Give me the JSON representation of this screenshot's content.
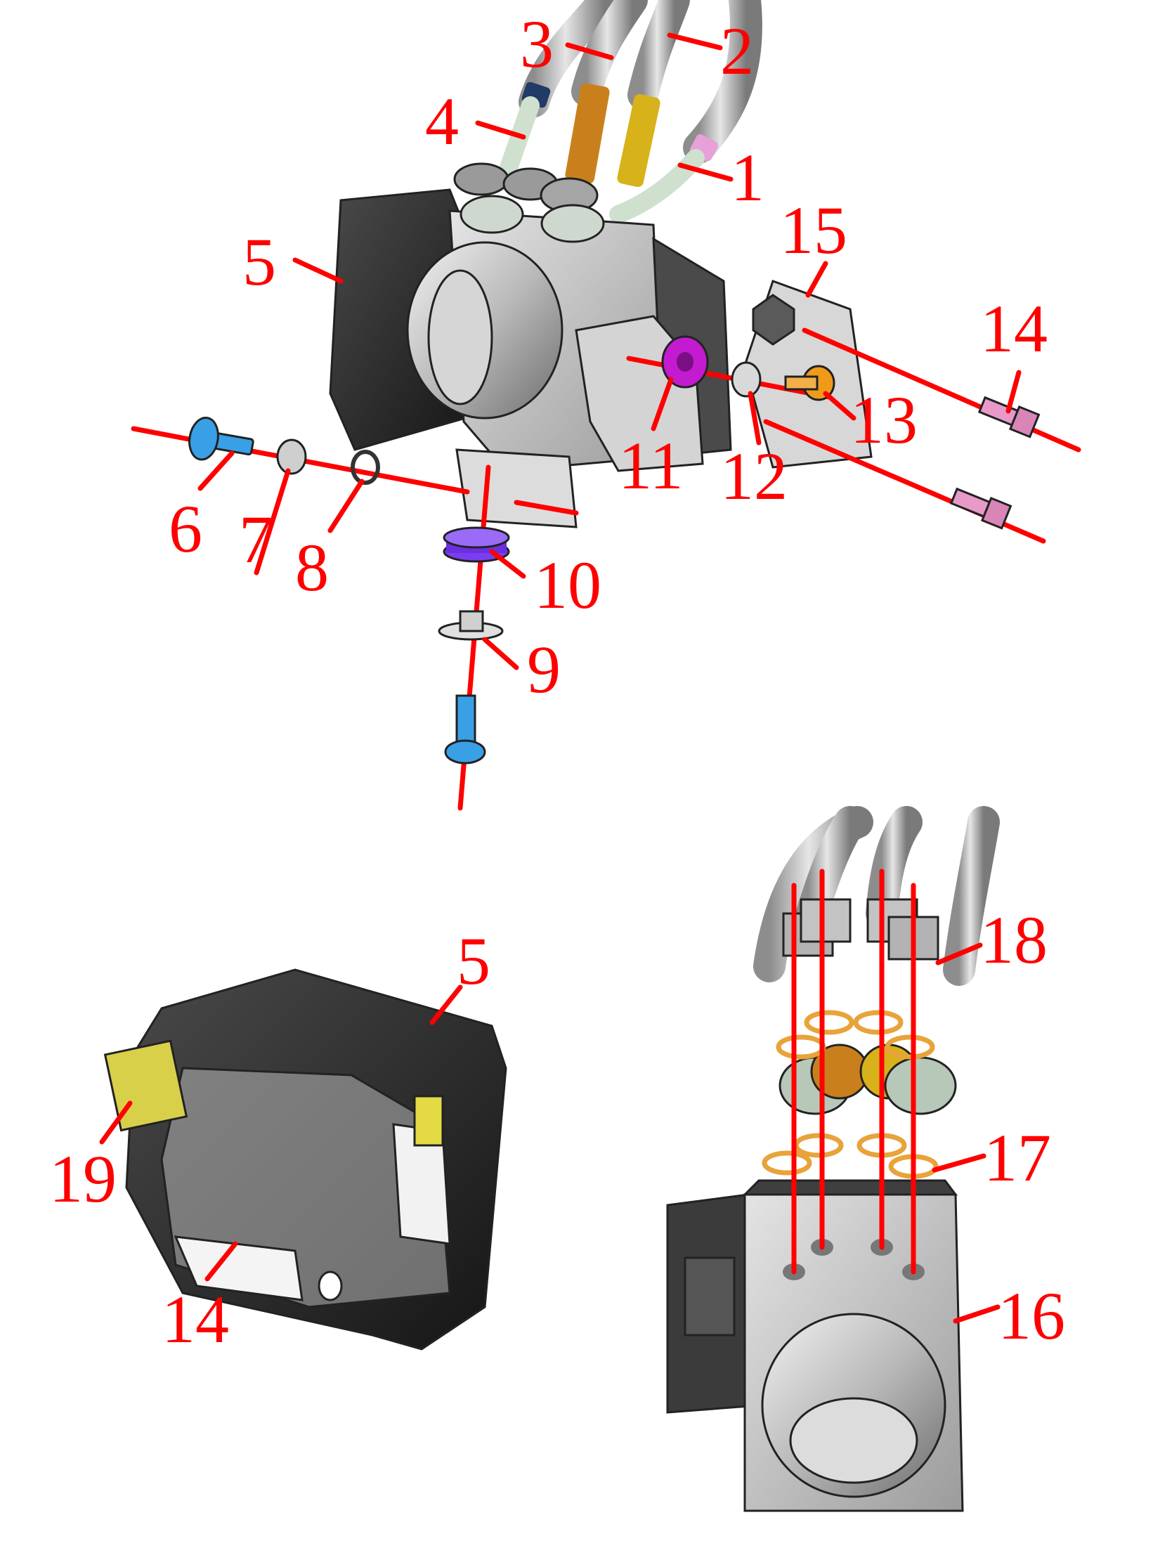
{
  "colors": {
    "callout": "#ff0000",
    "housing": "#2a2a2a",
    "block": "#c9c9c9",
    "hose": "#a9a9a9",
    "bracket": "#d3d3d3",
    "bolt_blue": "#3aa0e6",
    "bolt_pink": "#e79ac8",
    "grommet_purple": "#7b3df0",
    "washer_magenta": "#c21bd0",
    "bolt_orange": "#f09a1a",
    "seal_ring": "#e8a33a",
    "fitting_gold": "#d7b21a",
    "fitting_bronze": "#c9801c",
    "tape_yellow": "#d9d04a"
  },
  "views": {
    "exploded_assembly": {
      "callouts": [
        {
          "id": "1",
          "label": "1"
        },
        {
          "id": "2",
          "label": "2"
        },
        {
          "id": "3",
          "label": "3"
        },
        {
          "id": "4",
          "label": "4"
        },
        {
          "id": "5",
          "label": "5"
        },
        {
          "id": "6",
          "label": "6"
        },
        {
          "id": "7",
          "label": "7"
        },
        {
          "id": "8",
          "label": "8"
        },
        {
          "id": "9",
          "label": "9"
        },
        {
          "id": "10",
          "label": "10"
        },
        {
          "id": "11",
          "label": "11"
        },
        {
          "id": "12",
          "label": "12"
        },
        {
          "id": "13",
          "label": "13"
        },
        {
          "id": "14",
          "label": "14"
        },
        {
          "id": "15",
          "label": "15"
        }
      ]
    },
    "cover_detail": {
      "callouts": [
        {
          "id": "5b",
          "label": "5"
        },
        {
          "id": "19",
          "label": "19"
        },
        {
          "id": "14b",
          "label": "14"
        }
      ]
    },
    "hydraulic_unit_detail": {
      "callouts": [
        {
          "id": "18",
          "label": "18"
        },
        {
          "id": "17",
          "label": "17"
        },
        {
          "id": "16",
          "label": "16"
        }
      ]
    }
  }
}
